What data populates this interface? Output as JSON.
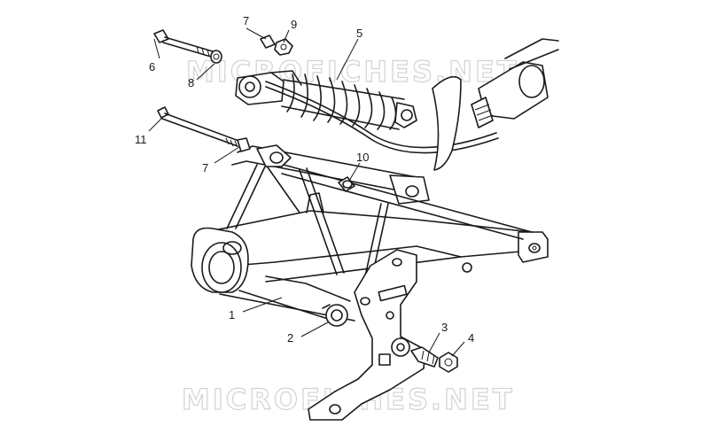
{
  "watermark": {
    "top": "MICROFICHES.NET",
    "bottom": "MICROFICHES.NET"
  },
  "callouts": {
    "c1": "1",
    "c2": "2",
    "c3": "3",
    "c4": "4",
    "c5": "5",
    "c6": "6",
    "c7a": "7",
    "c7b": "7",
    "c8": "8",
    "c9": "9",
    "c10": "10",
    "c11": "11"
  }
}
